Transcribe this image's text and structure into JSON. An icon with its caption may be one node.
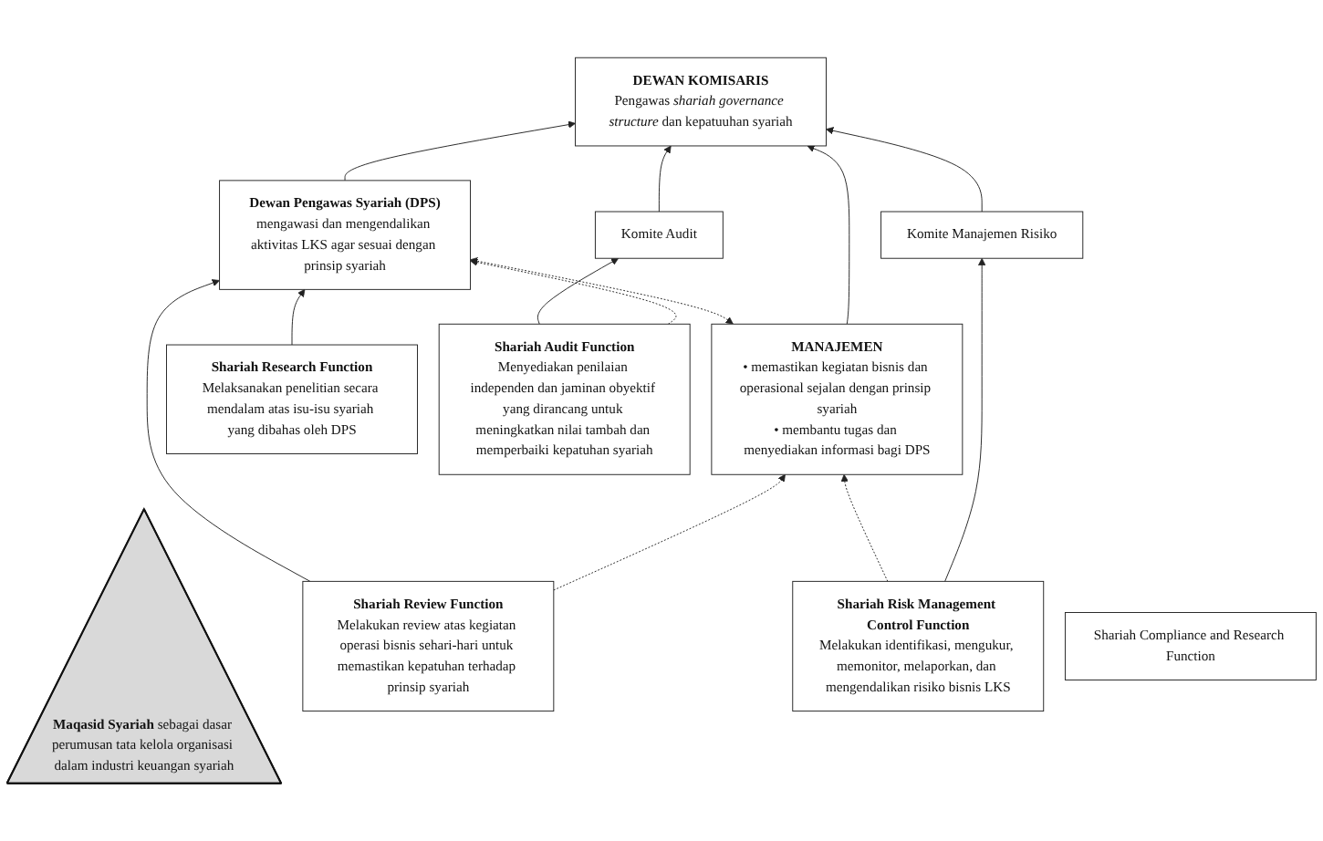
{
  "diagram": {
    "nodes": [
      {
        "text": [
          "**Maqasid Syariah** sebagai dasar perumusan tata kelola organisasi dalam industri keuangan syariah"
        ]
      },
      {
        "text": [
          "Komite Manajemen Risiko"
        ]
      },
      {
        "text": [
          "DEWAN KOMISARIS",
          "Pengawas *shariah governance structure* dan kepatuuhan syariah"
        ]
      },
      {
        "text": [
          "Komite Audit"
        ]
      },
      {
        "text": [
          "Dewan Pengawas Syariah (DPS)",
          "mengawasi dan mengendalikan aktivitas LKS agar sesuai dengan prinsip syariah"
        ]
      },
      {
        "text": [
          "MANAJEMEN",
          "• memastikan kegiatan bisnis dan operasional sejalan dengan prinsip syariah",
          "• membantu tugas dan menyediakan informasi bagi DPS"
        ]
      },
      {
        "text": [
          "Shariah Risk Management Control Function",
          "Melakukan identifikasi, mengukur, memonitor, melaporkan, dan mengendalikan risiko bisnis LKS"
        ]
      },
      {
        "text": [
          "Shariah Review Function",
          "Melakukan review atas kegiatan operasi bisnis sehari-hari untuk memastikan kepatuhan terhadap prinsip syariah"
        ]
      },
      {
        "text": [
          "Shariah Research Function",
          "Melaksanakan penelitian secara mendalam atas isu-isu syariah yang dibahas oleh DPS"
        ]
      },
      {
        "text": [
          "Shariah Audit Function",
          "Menyediakan penilaian independen dan jaminan obyektif yang dirancang untuk meningkatkan nilai tambah dan memperbaiki kepatuhan syariah"
        ]
      },
      {
        "text": [
          "Shariah Compliance and Research Function"
        ]
      }
    ],
    "edges": [
      {
        "from": 1,
        "to": 2,
        "arrow": "to"
      },
      {
        "from": 3,
        "to": 2,
        "arrow": "to"
      },
      {
        "from": 4,
        "to": 2,
        "arrow": "to"
      },
      {
        "from": 5,
        "to": 2,
        "arrow": "to"
      },
      {
        "from": 5,
        "to": 4,
        "arrow": "both",
        "style": "dashed"
      },
      {
        "from": 6,
        "to": 1,
        "arrow": "to"
      },
      {
        "from": 6,
        "to": 5,
        "arrow": "to",
        "style": "dashed"
      },
      {
        "from": 7,
        "to": 5,
        "arrow": "to",
        "style": "dashed"
      },
      {
        "from": 7,
        "to": 4,
        "arrow": "to"
      },
      {
        "from": 8,
        "to": 4,
        "arrow": "to"
      },
      {
        "from": 9,
        "to": 4,
        "arrow": "to",
        "style": "dashed"
      },
      {
        "from": 9,
        "to": 3,
        "arrow": "to"
      }
    ]
  }
}
